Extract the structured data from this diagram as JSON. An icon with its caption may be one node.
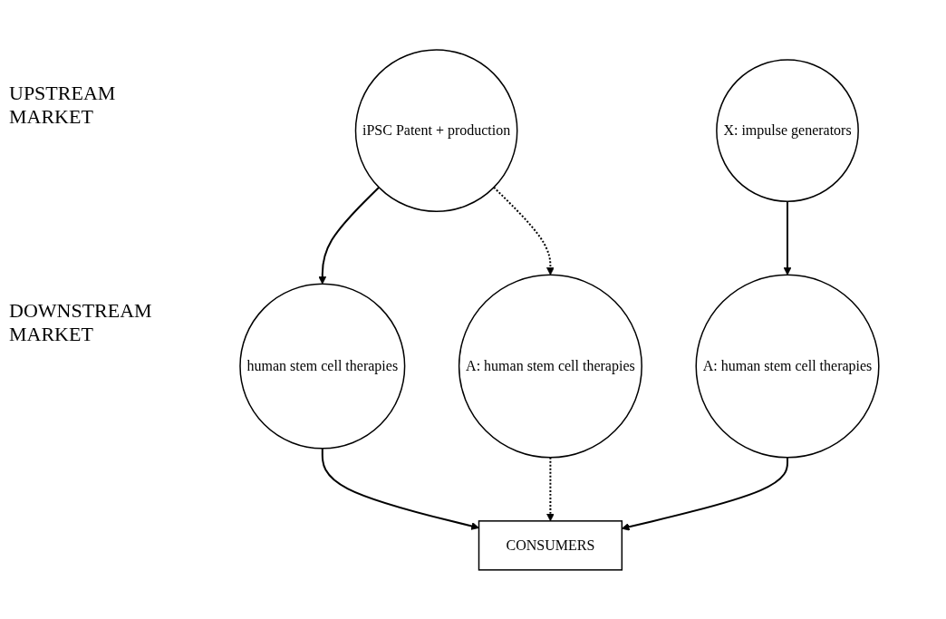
{
  "diagram": {
    "nodes": [
      {
        "text": [
          "iPSC Patent + production"
        ]
      },
      {
        "text": [
          "X: impulse generators"
        ]
      },
      {
        "text": [
          "human stem cell therapies"
        ]
      },
      {
        "text": [
          "A: human stem cell therapies"
        ]
      },
      {
        "text": [
          "A: human stem cell therapies"
        ]
      },
      {
        "text": [
          "CONSUMERS"
        ]
      }
    ],
    "edges": [
      {
        "from": 0,
        "to": 2,
        "arrow": "to"
      },
      {
        "from": 0,
        "to": 3,
        "arrow": "to",
        "style": "dashed"
      },
      {
        "from": 1,
        "to": 4,
        "arrow": "to"
      },
      {
        "from": 2,
        "to": 5,
        "arrow": "to"
      },
      {
        "from": 3,
        "to": 5,
        "arrow": "to",
        "style": "dashed"
      },
      {
        "from": 4,
        "to": 5,
        "arrow": "to"
      }
    ],
    "labels": [
      "UPSTREAM MARKET",
      "DOWNSTREAM MARKET"
    ]
  }
}
